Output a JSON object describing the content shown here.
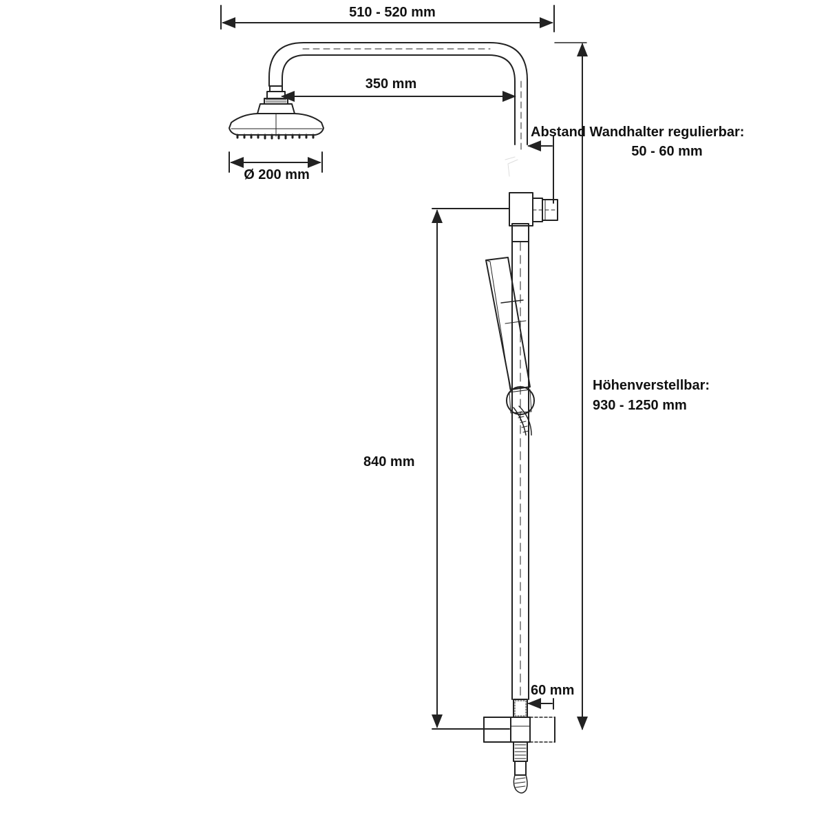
{
  "diagram": {
    "subject": "Duschsystem Maßzeichnung",
    "colors": {
      "line": "#222222",
      "background": "#ffffff"
    },
    "labels": {
      "total_width": "510 - 520 mm",
      "arm_length": "350 mm",
      "head_diameter": "Ø 200 mm",
      "wall_distance_title": "Abstand Wandhalter regulierbar:",
      "wall_distance_value": "50 - 60 mm",
      "height_adjust_title": "Höhenverstellbar:",
      "height_adjust_value": "930 - 1250 mm",
      "bar_height": "840 mm",
      "bottom_offset": "60 mm"
    }
  }
}
